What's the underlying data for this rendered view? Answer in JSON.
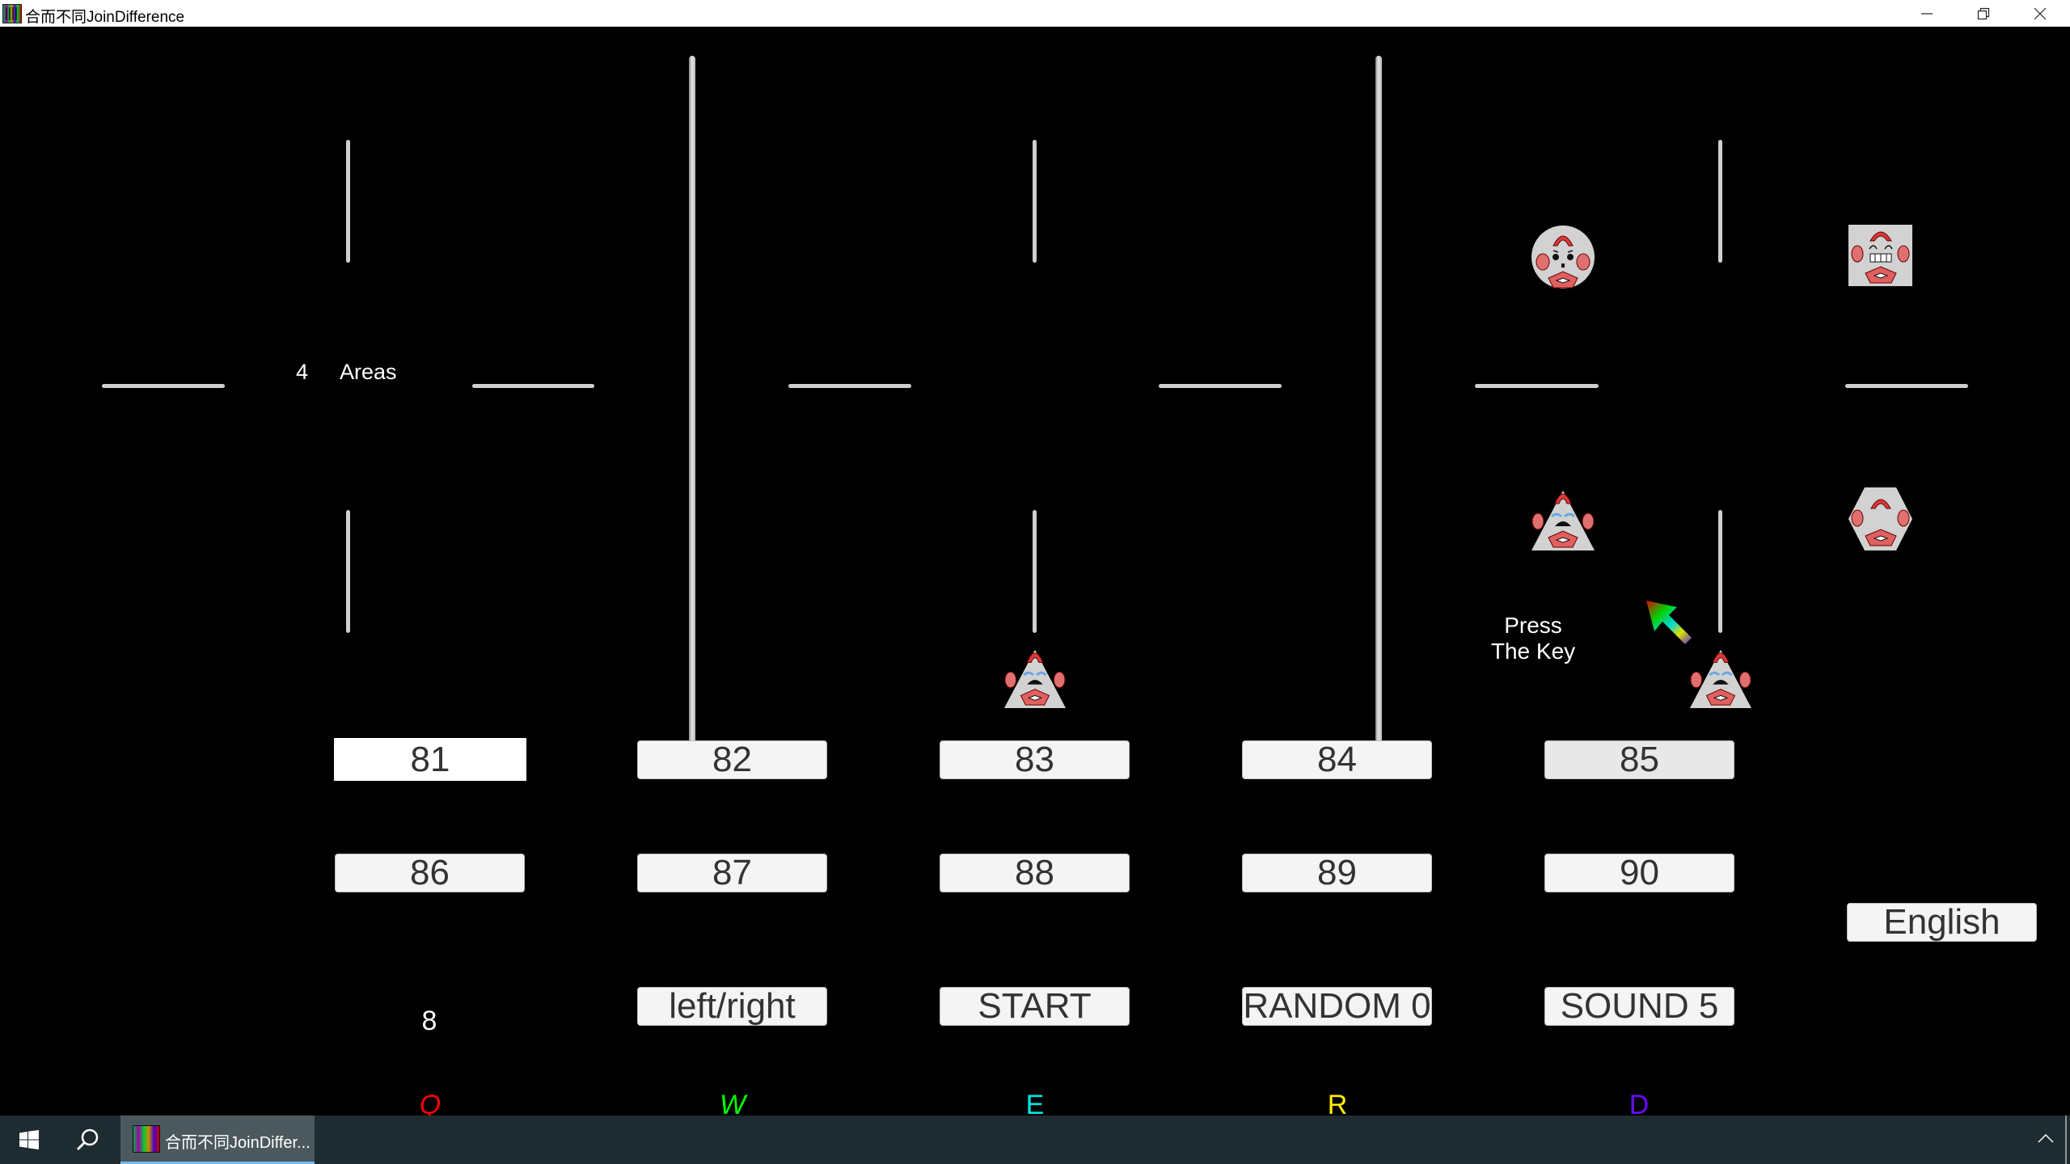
{
  "window": {
    "title": "合而不同JoinDifference",
    "controls": {
      "minimize": "minimize-icon",
      "restore": "restore-icon",
      "close": "close-icon"
    }
  },
  "game": {
    "areas_count": "4",
    "areas_label": "Areas",
    "prompt_line1": "Press",
    "prompt_line2": "The Key",
    "characters": [
      {
        "shape": "circle",
        "expression": "surprised"
      },
      {
        "shape": "square",
        "expression": "grinning"
      },
      {
        "shape": "triangle",
        "expression": "crying"
      },
      {
        "shape": "hexagon",
        "expression": "neutral"
      },
      {
        "shape": "triangle",
        "expression": "crying"
      },
      {
        "shape": "triangle",
        "expression": "crying"
      }
    ],
    "cursor": "rainbow-arrow-cursor"
  },
  "level_buttons": {
    "row1": [
      "81",
      "82",
      "83",
      "84",
      "85"
    ],
    "row2": [
      "86",
      "87",
      "88",
      "89",
      "90"
    ],
    "selected": "81",
    "hovered": "85"
  },
  "controls": {
    "count_value": "8",
    "direction_label": "left/right",
    "start_label": "START",
    "random_label": "RANDOM 0",
    "sound_label": "SOUND 5",
    "language_label": "English"
  },
  "keys": [
    {
      "key": "Q",
      "color": "#ff0000"
    },
    {
      "key": "W",
      "color": "#00ff00"
    },
    {
      "key": "E",
      "color": "#00e5e5"
    },
    {
      "key": "R",
      "color": "#ffee00"
    },
    {
      "key": "D",
      "color": "#6a0cff"
    }
  ],
  "taskbar": {
    "app_label": "合而不同JoinDiffer...",
    "start_icon": "windows-start-icon",
    "search_icon": "search-icon",
    "tray_icon": "chevron-up-icon"
  }
}
